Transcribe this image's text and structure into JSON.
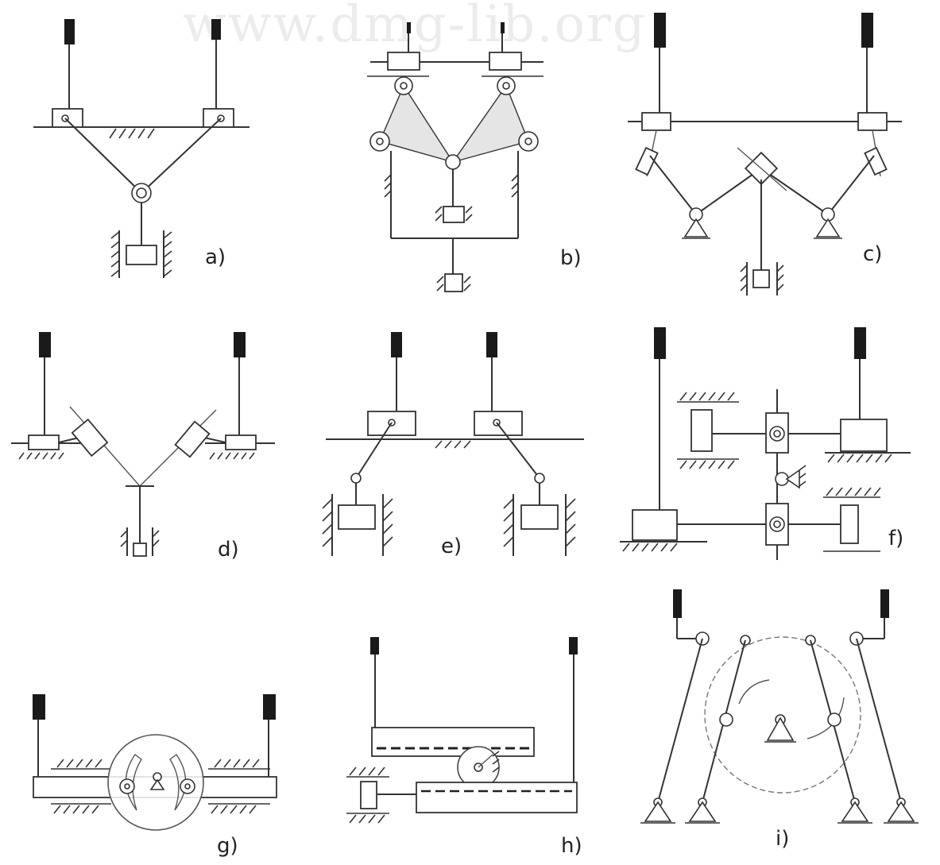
{
  "watermark": "www.dmg-lib.org",
  "panels": [
    {
      "id": "a",
      "label": "a)"
    },
    {
      "id": "b",
      "label": "b)"
    },
    {
      "id": "c",
      "label": "c)"
    },
    {
      "id": "d",
      "label": "d)"
    },
    {
      "id": "e",
      "label": "e)"
    },
    {
      "id": "f",
      "label": "f)"
    },
    {
      "id": "g",
      "label": "g)"
    },
    {
      "id": "h",
      "label": "h)"
    },
    {
      "id": "i",
      "label": "i)"
    }
  ]
}
